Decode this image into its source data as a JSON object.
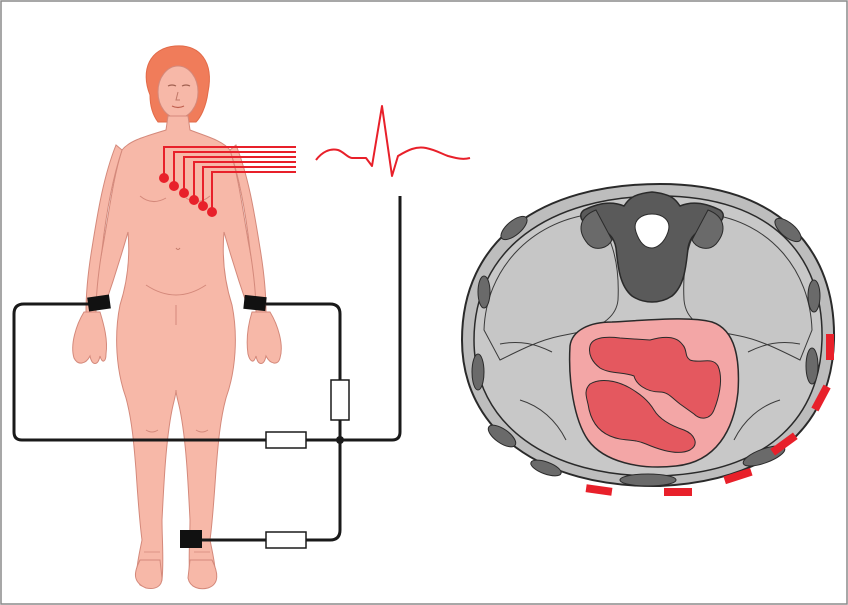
{
  "figure": {
    "description_labels": [],
    "colors": {
      "frame": "#8a8a8a",
      "skin": "#f7b8a8",
      "skin_outline": "#d4897b",
      "hair": "#f07c5a",
      "electrode": "#e8202a",
      "ecg_trace": "#e8202a",
      "wire": "#1a1a1a",
      "cuff": "#111111",
      "resistor_fill": "#ffffff",
      "thorax_outer": "#bdbdbd",
      "thorax_inner": "#c8c8c8",
      "thorax_outline": "#2a2a2a",
      "vertebra": "#5a5a5a",
      "rib": "#6a6a6a",
      "pericardium": "#f3a6a6",
      "myocardium": "#e4585f",
      "chest_electrode": "#e8202a"
    },
    "parts": {
      "body": "female-body-figure",
      "chest_leads": "precordial-electrodes",
      "ecg": "ecg-waveform",
      "limb_circuit": "wilson-central-terminal-circuit",
      "cross_section": "thorax-cross-section"
    }
  }
}
